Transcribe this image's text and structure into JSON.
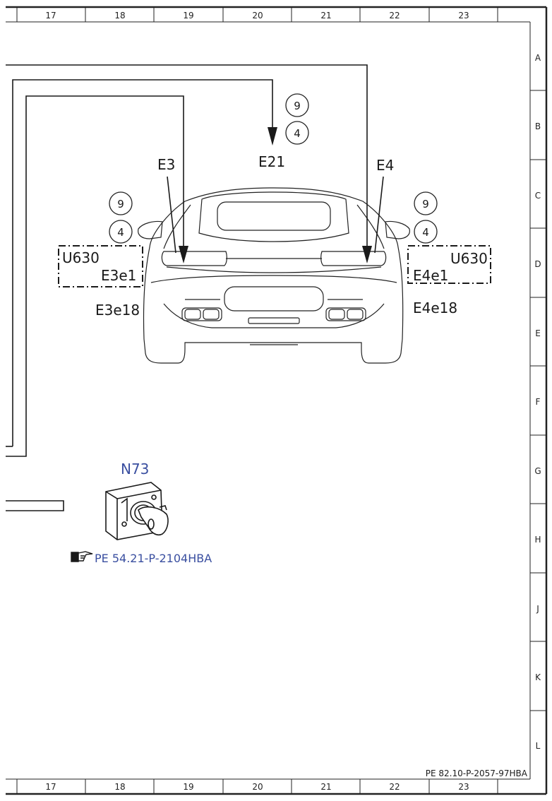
{
  "columns": [
    "17",
    "18",
    "19",
    "20",
    "21",
    "22",
    "23"
  ],
  "rows": [
    "A",
    "B",
    "C",
    "D",
    "E",
    "F",
    "G",
    "H",
    "J",
    "K",
    "L"
  ],
  "labels": {
    "e21": "E21",
    "e3": "E3",
    "e4": "E4",
    "u630_left": "U630",
    "e3e1": "E3e1",
    "u630_right": "U630",
    "e4e1": "E4e1",
    "e3e18": "E3e18",
    "e4e18": "E4e18",
    "n73": "N73",
    "ref_link": "PE 54.21-P-2104HBA",
    "doc_id": "PE 82.10-P-2057-97HBA"
  },
  "circles": {
    "top_9": "9",
    "top_4": "4",
    "left_9": "9",
    "left_4": "4",
    "right_9": "9",
    "right_4": "4"
  },
  "colors": {
    "ink": "#1a1a1a",
    "link_blue": "#3a4fa0"
  },
  "icons": {
    "ref_hand": "pointing-hand-icon",
    "ignition": "ignition-switch-icon",
    "car": "car-rear-view"
  }
}
